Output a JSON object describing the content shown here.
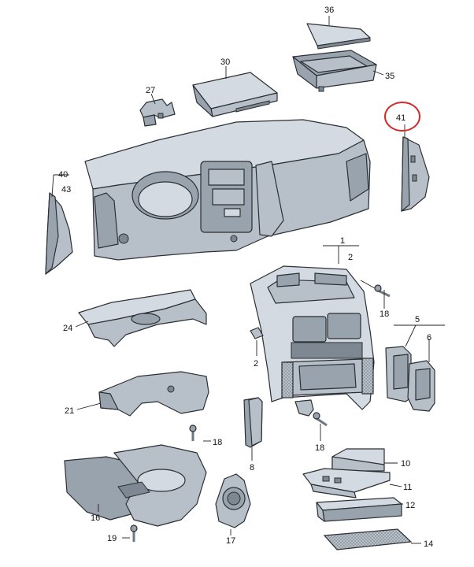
{
  "labels": {
    "p36": "36",
    "p35": "35",
    "p30": "30",
    "p27": "27",
    "p41": "41",
    "p40": "40",
    "p43": "43",
    "p1": "1",
    "p2a": "2",
    "p18a": "18",
    "p24": "24",
    "p5": "5",
    "p6": "6",
    "p2b": "2",
    "p21": "21",
    "p18b": "18",
    "p8": "8",
    "p18c": "18",
    "p10": "10",
    "p11": "11",
    "p12": "12",
    "p16": "16",
    "p19": "19",
    "p17": "17",
    "p14": "14"
  },
  "colors": {
    "highlight_circle": "#d42a2a",
    "part_fill": "#b7c0c9"
  }
}
